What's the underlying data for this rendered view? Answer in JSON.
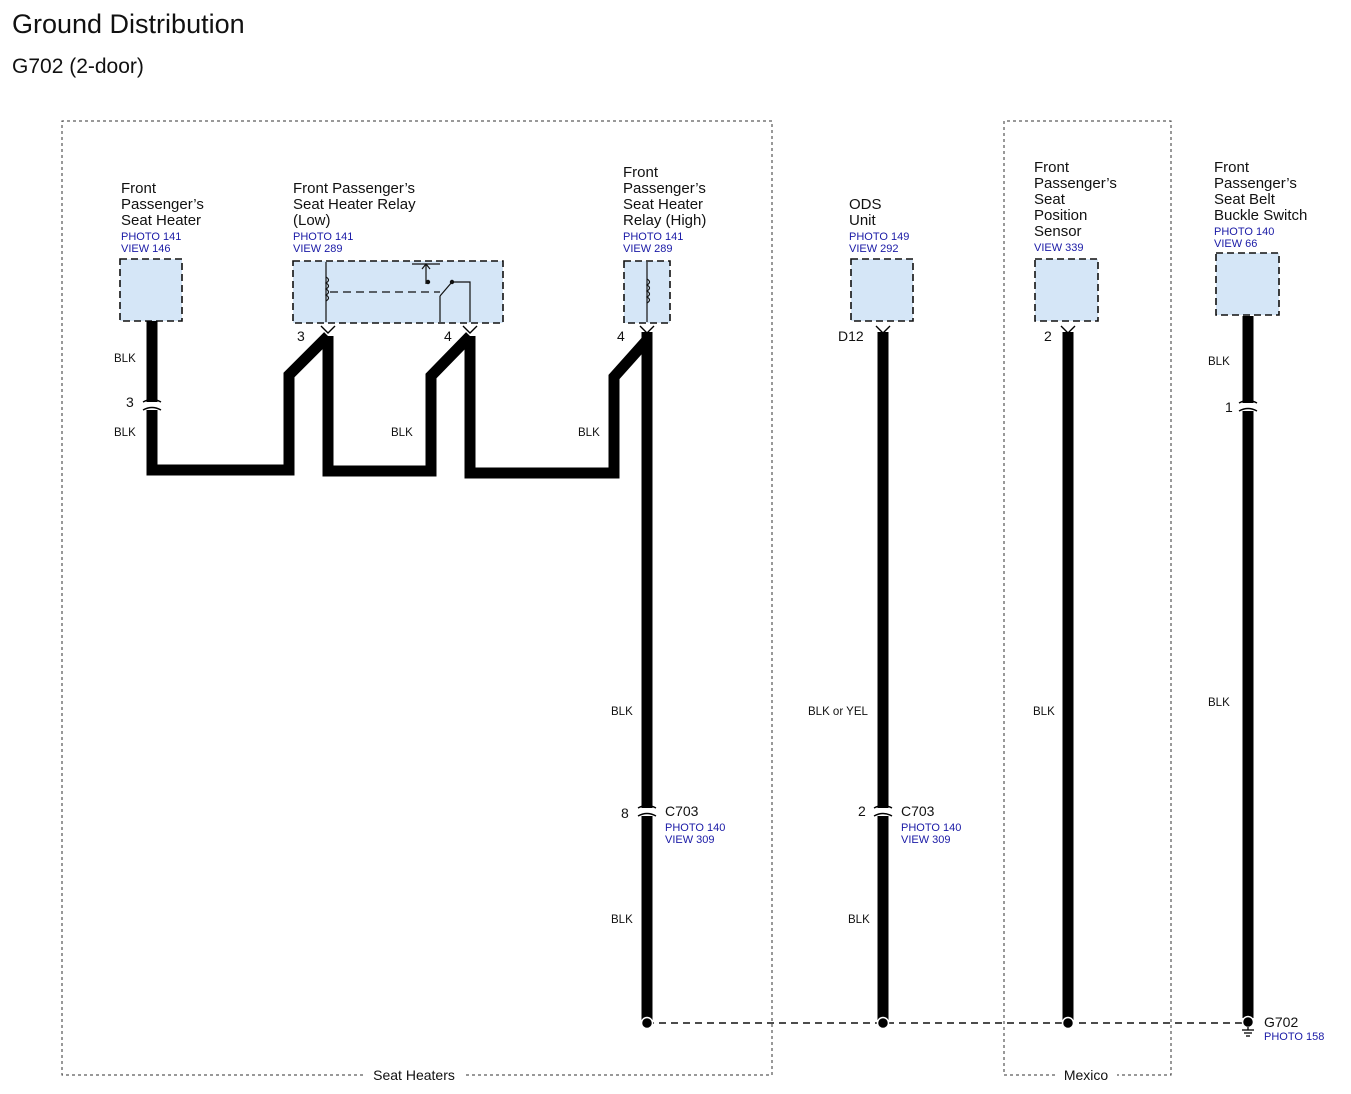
{
  "title": "Ground Distribution",
  "subtitle": "G702 (2-door)",
  "groups": {
    "seat_heaters": "Seat Heaters",
    "mexico": "Mexico"
  },
  "components": {
    "seat_heater": {
      "lines": [
        "Front",
        "Passenger’s",
        "Seat Heater"
      ],
      "photo": "PHOTO 141",
      "view": "VIEW 146"
    },
    "relay_low": {
      "lines": [
        "Front Passenger’s",
        "Seat Heater Relay",
        "(Low)"
      ],
      "photo": "PHOTO 141",
      "view": "VIEW 289"
    },
    "relay_high": {
      "lines": [
        "Front",
        "Passenger’s",
        "Seat Heater",
        "Relay (High)"
      ],
      "photo": "PHOTO 141",
      "view": "VIEW 289"
    },
    "ods_unit": {
      "lines": [
        "ODS",
        "Unit"
      ],
      "photo": "PHOTO 149",
      "view": "VIEW 292"
    },
    "seat_position_sensor": {
      "lines": [
        "Front",
        "Passenger’s",
        "Seat",
        "Position",
        "Sensor"
      ],
      "view": "VIEW 339"
    },
    "buckle_switch": {
      "lines": [
        "Front",
        "Passenger’s",
        "Seat Belt",
        "Buckle Switch"
      ],
      "photo": "PHOTO 140",
      "view": "VIEW 66"
    }
  },
  "pins": {
    "seat_heater_inline": "3",
    "relay_low_left": "3",
    "relay_low_right": "4",
    "relay_high": "4",
    "ods": "D12",
    "sensor": "2",
    "buckle_inline": "1",
    "c703_left": "8",
    "c703_right": "2"
  },
  "wire_labels": {
    "heater_upper": "BLK",
    "heater_lower": "BLK",
    "relay_low_mid": "BLK",
    "relay_high_jump": "BLK",
    "main_upper": "BLK",
    "main_lower": "BLK",
    "ods_upper": "BLK or YEL",
    "ods_lower": "BLK",
    "sensor": "BLK",
    "buckle_upper": "BLK",
    "buckle_lower": "BLK"
  },
  "connectors": {
    "c703_a": {
      "name": "C703",
      "photo": "PHOTO 140",
      "view": "VIEW 309"
    },
    "c703_b": {
      "name": "C703",
      "photo": "PHOTO 140",
      "view": "VIEW 309"
    }
  },
  "ground": {
    "name": "G702",
    "photo": "PHOTO 158"
  }
}
